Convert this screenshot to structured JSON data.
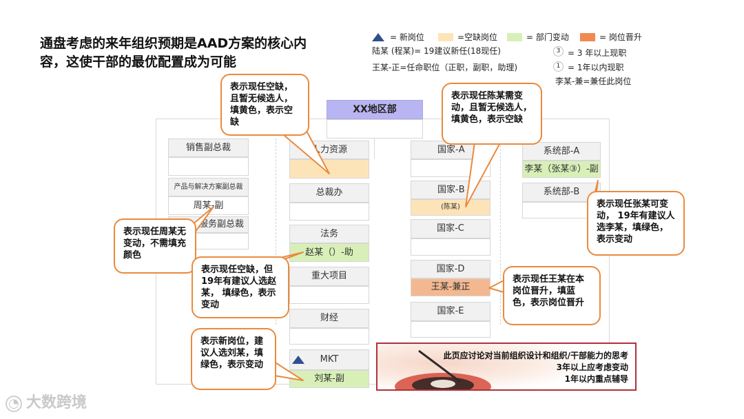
{
  "title": "通盘考虑的来年组织预期是AAD方案的核心内容，这使干部的最优配置成为可能",
  "legend": {
    "new_position": "= 新岗位",
    "vacant_position": "=空缺岗位",
    "dept_change": "= 部门变动",
    "promotion": "= 岗位晋升",
    "lu_line": "陆某 (程某)= 19建议新任(18现任)",
    "three_years": "= 3 年以上现职",
    "three_mark": "3",
    "one_year": "= 1年以内现职",
    "one_mark": "1",
    "wang_line": "王某-正=任命职位（正职，副职，助理)",
    "li_line": "李某-兼=兼任此岗位",
    "colors": {
      "new": "#2f4f8f",
      "vacant": "#fde4b8",
      "change": "#d8f0b8",
      "promo": "#f4b890"
    }
  },
  "org": {
    "region": "XX地区部",
    "col1": {
      "sales_vp": "销售副总裁",
      "product_vp": "产品与解决方案副总裁",
      "zhou": "周某-副",
      "service_vp": "服务副总裁"
    },
    "col2": {
      "hr": "人力资源",
      "ceo_office": "总裁办",
      "legal": "法务",
      "zhao": "赵某（）-助",
      "major_projects": "重大项目",
      "finance": "财经",
      "mkt": "MKT",
      "liu": "刘某-副"
    },
    "col3": {
      "country_a": "国家-A",
      "country_b": "国家-B",
      "chen": "(陈某)",
      "country_c": "国家-C",
      "country_d": "国家-D",
      "wang": "王某-兼正",
      "country_e": "国家-E"
    },
    "col4": {
      "system_a": "系统部-A",
      "li": "李某（张某③）-副",
      "system_b": "系统部-B"
    }
  },
  "callouts": {
    "c1": "表示现任空缺，且暂无候选人，填黄色，表示空缺",
    "c2": "表示现任陈某需变动，且暂无候选人，填黄色，表示空缺",
    "c3": "表示现任张某可变动，  19年有建议人选李某，填绿色，表示变动",
    "c4": "表示现任周某无变动，不需填充颜色",
    "c5": "表示现任空缺，但19年有建议人选赵某，  填绿色，表示变动",
    "c6": "表示现任王某在本岗位晋升，填蓝色，表示岗位晋升",
    "c7": "表示新岗位，建议人选刘某，填绿色，表示变动"
  },
  "note": {
    "line1": "此页应讨论对当前组织设计和组织/干部能力的思考",
    "line2": "3年以上应考虑变动",
    "line3": "1年以内重点辅导"
  },
  "watermark": "大数跨境"
}
